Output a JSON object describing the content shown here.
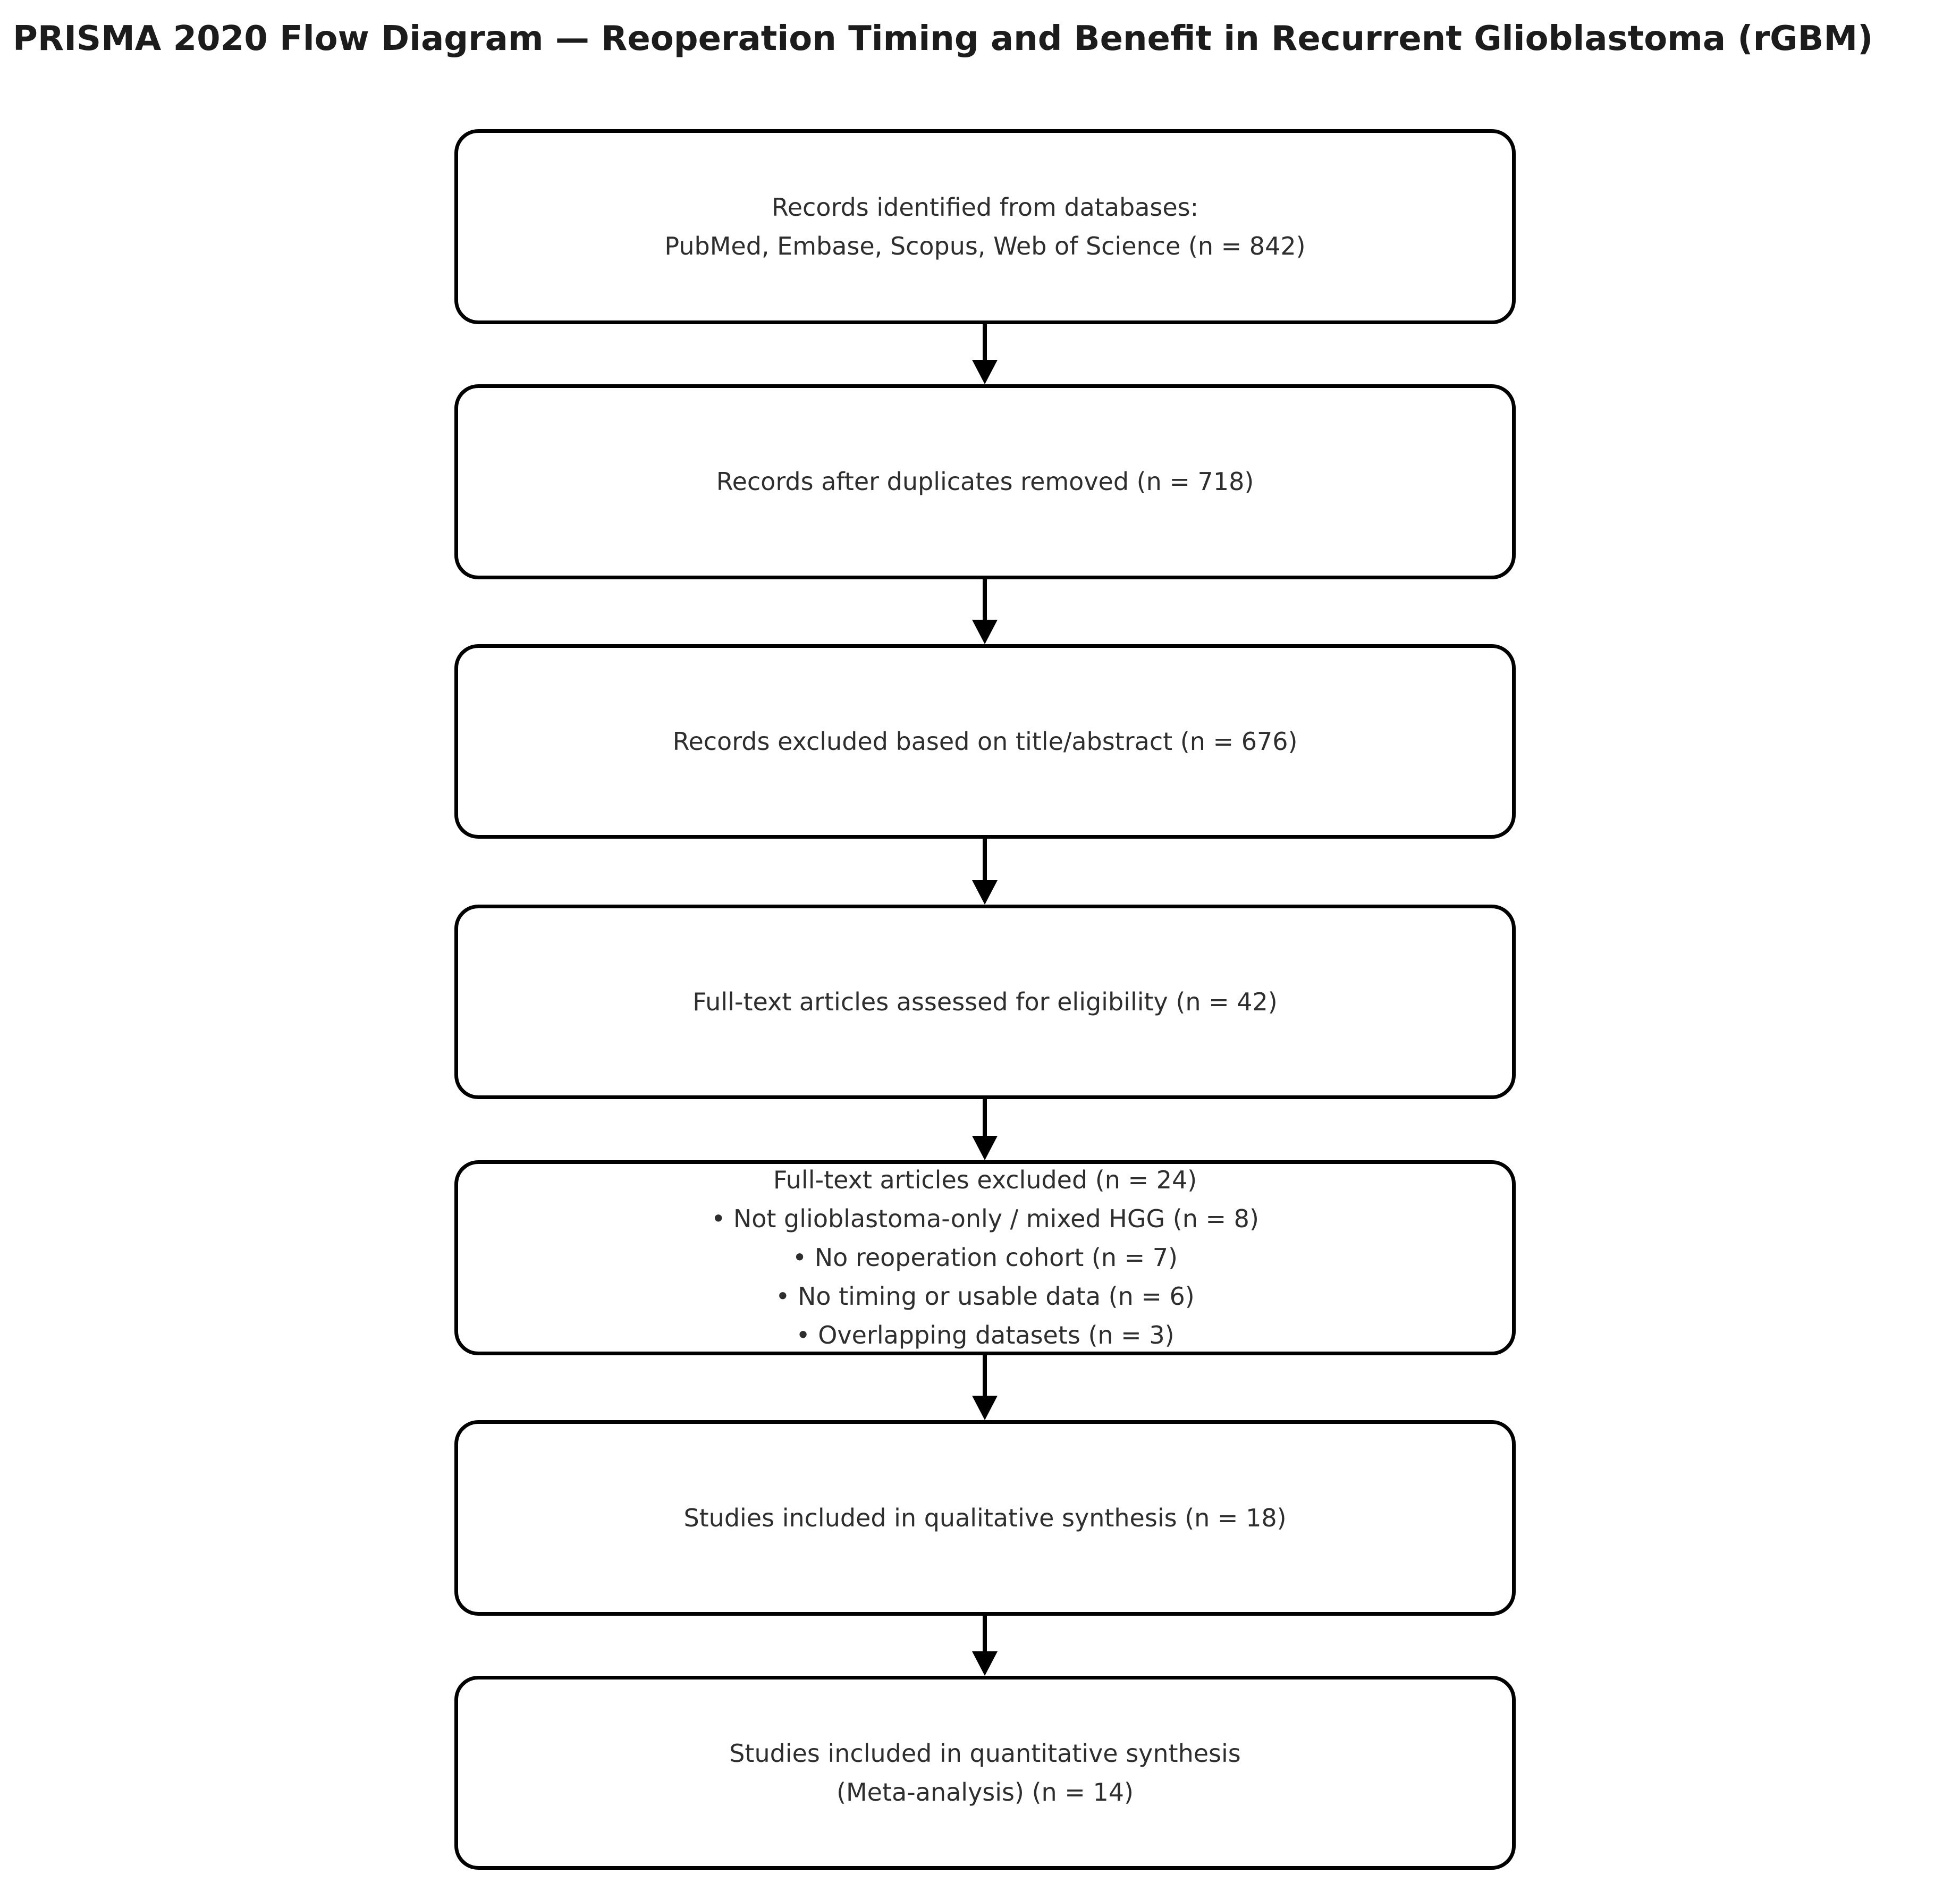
{
  "title": "PRISMA 2020 Flow Diagram — Reoperation Timing and Benefit in Recurrent Glioblastoma (rGBM)",
  "flow": {
    "nodes": [
      {
        "id": "records-identified",
        "lines": [
          "Records identified from databases:",
          "PubMed, Embase, Scopus, Web of Science (n = 842)"
        ]
      },
      {
        "id": "duplicates-removed",
        "lines": [
          "Records after duplicates removed (n = 718)"
        ]
      },
      {
        "id": "records-excluded-title-abstract",
        "lines": [
          "Records excluded based on title/abstract (n = 676)"
        ]
      },
      {
        "id": "full-text-assessed",
        "lines": [
          "Full-text articles assessed for eligibility (n = 42)"
        ]
      },
      {
        "id": "full-text-excluded",
        "lines": [
          "Full-text articles excluded (n = 24)",
          "• Not glioblastoma-only / mixed HGG (n = 8)",
          "• No reoperation cohort (n = 7)",
          "• No timing or usable data (n = 6)",
          "• Overlapping datasets (n = 3)"
        ]
      },
      {
        "id": "qualitative-synthesis",
        "lines": [
          "Studies included in qualitative synthesis (n = 18)"
        ]
      },
      {
        "id": "quantitative-synthesis",
        "lines": [
          "Studies included in quantitative synthesis",
          "(Meta-analysis) (n = 14)"
        ]
      }
    ]
  },
  "colors": {
    "background": "#ffffff",
    "box_border": "#000000",
    "box_fill": "#ffffff",
    "text": "#2e2e2e",
    "title": "#1c1c1c",
    "arrow": "#000000"
  }
}
